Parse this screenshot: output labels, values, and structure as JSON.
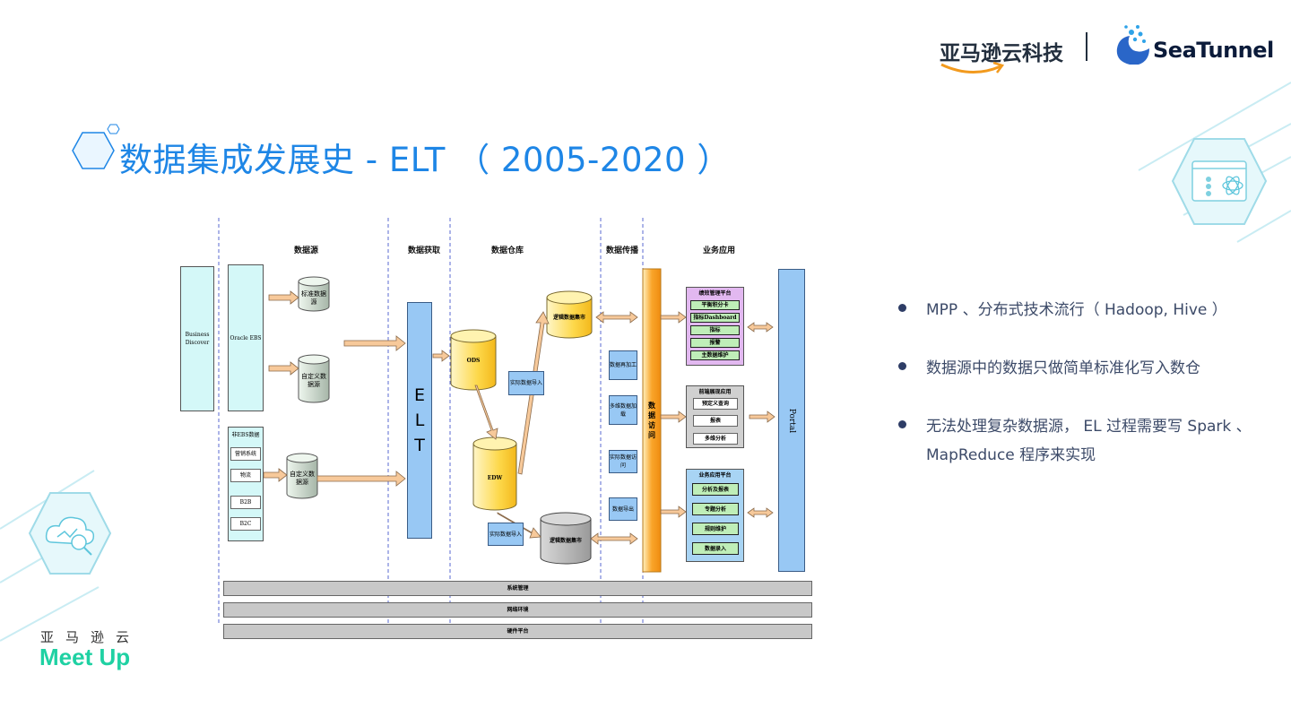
{
  "header": {
    "amazon_logo_text": "亚马逊云科技",
    "seatunnel_logo_text": "SeaTunnel"
  },
  "title": "数据集成发展史 - ELT （ 2005-2020 ）",
  "footer": {
    "brand_cn": "亚马逊云",
    "brand_en": "Meet Up"
  },
  "bullets": [
    "MPP 、分布式技术流行（ Hadoop, Hive ）",
    "数据源中的数据只做简单标准化写入数仓",
    "无法处理复杂数据源， EL 过程需要写 Spark 、 MapReduce 程序来实现"
  ],
  "diagram": {
    "headers": {
      "sources": "数据源",
      "extract": "数据获取",
      "warehouse": "数据仓库",
      "propagate": "数据传播",
      "apps": "业务应用"
    },
    "business_discover": "Business Discover",
    "oracle_ebs": "Oracle EBS",
    "std_source": "标准数据源",
    "custom_source_1": "自定义数据源",
    "custom_source_2": "自定义数据源",
    "non_ebs": {
      "title": "非EBS数据",
      "items": [
        "营销系统",
        "物流",
        "B2B",
        "B2C"
      ]
    },
    "elt": "E L T",
    "ods": "ODS",
    "edw": "EDW",
    "logic_mart_1": "逻辑数据集市",
    "logic_mart_2": "逻辑数据集市",
    "realtime_import_1": "实际数据导入",
    "realtime_import_2": "实际数据导入",
    "propagation": [
      "数据再加工",
      "多维数据加载",
      "实际数据访问",
      "数据导出"
    ],
    "data_access": "数据访问",
    "perf_platform": {
      "title": "绩效管理平台",
      "items": [
        "平衡积分卡",
        "指标Dashboard",
        "指标",
        "报警",
        "主数据维护"
      ]
    },
    "frontend_apps": {
      "title": "前端展现应用",
      "items": [
        "预定义查询",
        "报表",
        "多维分析"
      ]
    },
    "biz_platform": {
      "title": "业务应用平台",
      "items": [
        "分析及报表",
        "专题分析",
        "规则维护",
        "数据录入"
      ]
    },
    "portal": "Portal",
    "bottom_bars": [
      "系统管理",
      "网络环境",
      "硬件平台"
    ]
  },
  "colors": {
    "title_blue": "#1e86e6",
    "meetup_green": "#1fd1a3",
    "cylinder_yellow": "#fdd84a",
    "access_orange": "#f9a52a",
    "portal_blue": "#98c8f4"
  }
}
